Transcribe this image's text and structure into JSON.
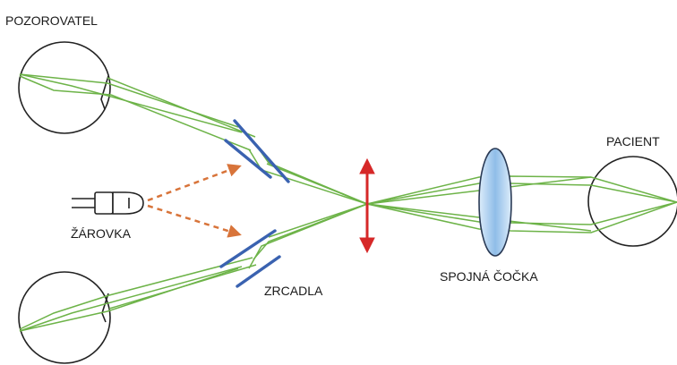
{
  "labels": {
    "observer": "POZOROVATEL",
    "patient": "PACIENT",
    "bulb": "ŽÁROVKA",
    "mirrors": "ZRCADLA",
    "lens": "SPOJNÁ ČOČKA"
  },
  "colors": {
    "ray": "#6db348",
    "mirror": "#3a62b0",
    "arrow_red": "#d62828",
    "light_dashed": "#d8743a",
    "lens_fill": "#a9cdee",
    "outline": "#222222"
  }
}
